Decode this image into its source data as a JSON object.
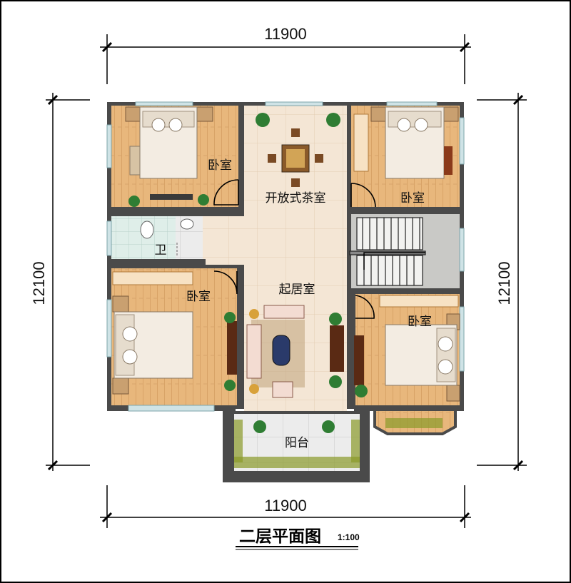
{
  "dimensions": {
    "top_width": "11900",
    "bottom_width": "11900",
    "left_depth": "12100",
    "right_depth": "12100"
  },
  "rooms": {
    "bedroom_nw": "卧室",
    "tea_room": "开放式茶室",
    "bedroom_ne": "卧室",
    "bathroom": "卫",
    "bedroom_w": "卧室",
    "living_room": "起居室",
    "bedroom_e": "卧室",
    "balcony": "阳台"
  },
  "title": {
    "name": "二层平面图",
    "scale": "1:100"
  },
  "colors": {
    "wall": "#4a4a4a",
    "wood_floor": "#e8b77c",
    "tile_floor": "#f4e6d5",
    "bath_tile": "#dfeee9",
    "stair_floor": "#c9c9c6",
    "bed_sheet": "#f3ece2",
    "plant": "#2f7d33"
  }
}
